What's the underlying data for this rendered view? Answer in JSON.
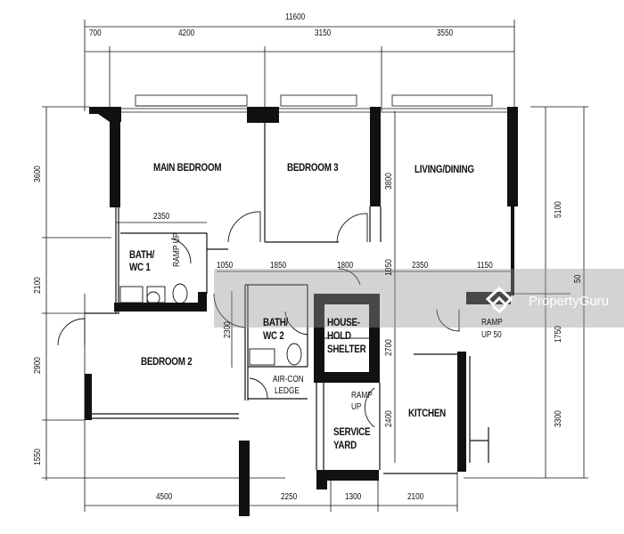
{
  "plan": {
    "overall_width": "11600",
    "top_dims": [
      "700",
      "4200",
      "3150",
      "3550"
    ],
    "left_dims": [
      "3600",
      "2100",
      "2900",
      "1550"
    ],
    "right_dims": [
      "5100",
      "1750",
      "3300",
      "50"
    ],
    "bottom_dims": [
      "4500",
      "2250",
      "1300",
      "2100"
    ],
    "interior_dims": {
      "bath1_width": "2350",
      "corridor_a": "1050",
      "corridor_b": "1850",
      "corridor_c": "1800",
      "corridor_d": "1050",
      "corridor_e": "2350",
      "corridor_f": "1150",
      "living_height": "3800",
      "bath2_height": "2300",
      "shelter_height": "2700",
      "yard_height": "2400"
    },
    "rooms": {
      "main_bedroom": "MAIN BEDROOM",
      "bedroom3": "BEDROOM 3",
      "living": "LIVING/DINING",
      "bath1_a": "BATH/",
      "bath1_b": "WC 1",
      "ramp1": "RAMP UP",
      "bath2_a": "BATH/",
      "bath2_b": "WC 2",
      "shelter_a": "HOUSE-",
      "shelter_b": "HOLD",
      "shelter_c": "SHELTER",
      "bedroom2": "BEDROOM 2",
      "aircon_a": "AIR-CON",
      "aircon_b": "LEDGE",
      "ramp2_a": "RAMP",
      "ramp2_b": "UP",
      "yard_a": "SERVICE",
      "yard_b": "YARD",
      "kitchen": "KITCHEN",
      "ramp3_a": "RAMP",
      "ramp3_b": "UP 50"
    }
  },
  "watermark": {
    "text": "PropertyGuru"
  },
  "colors": {
    "ink": "#111111",
    "watermark": "#9a9a9a"
  }
}
